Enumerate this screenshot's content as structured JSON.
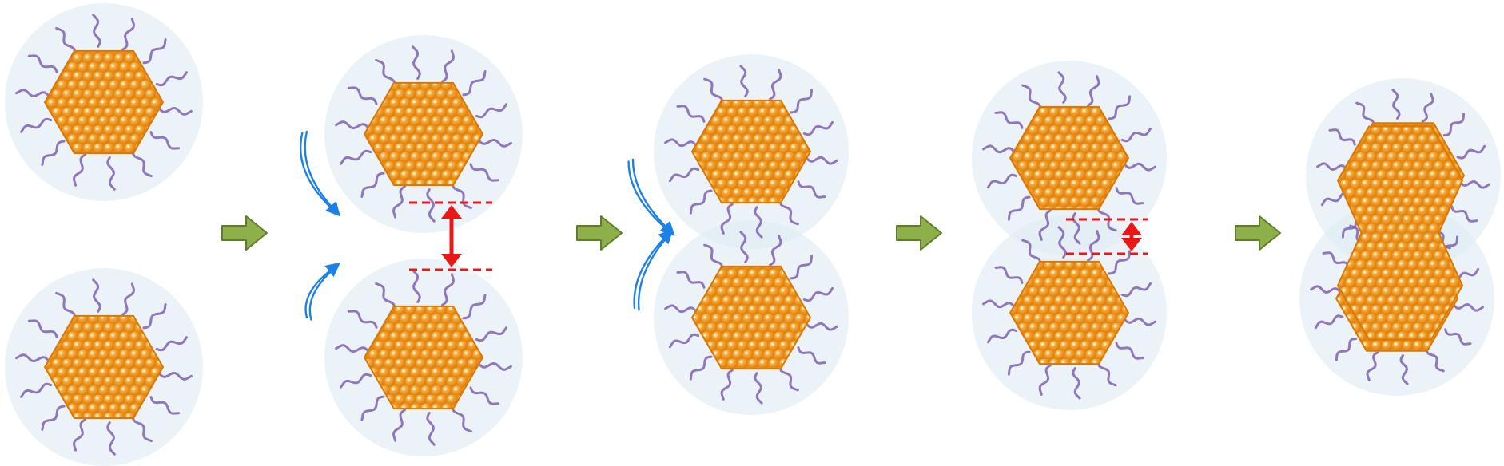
{
  "figure": {
    "stages": [
      {
        "id": "separated-particles"
      },
      {
        "id": "approaching-particles",
        "motion_arrows": true,
        "gap_marker": "large"
      },
      {
        "id": "ligand-contact",
        "motion_arrows": true
      },
      {
        "id": "shell-overlap",
        "gap_marker": "small"
      },
      {
        "id": "fused-particles"
      }
    ],
    "process_arrow_count": 4
  },
  "colors": {
    "core": "#f39a1e",
    "core_dark": "#d97806",
    "core_highlight": "#fde0a8",
    "shell": "#dceaf3",
    "ligand": "#8060b0",
    "process_arrow": "#8db04a",
    "process_arrow_border": "#5f7f2c",
    "motion_arrow": "#1d80e6",
    "gap_marker": "#e81818"
  },
  "icons": {
    "process_arrow": "right-arrow-icon",
    "motion_arrow": "curved-double-arrow-icon",
    "gap_marker": "vertical-double-headed-arrow-icon"
  }
}
